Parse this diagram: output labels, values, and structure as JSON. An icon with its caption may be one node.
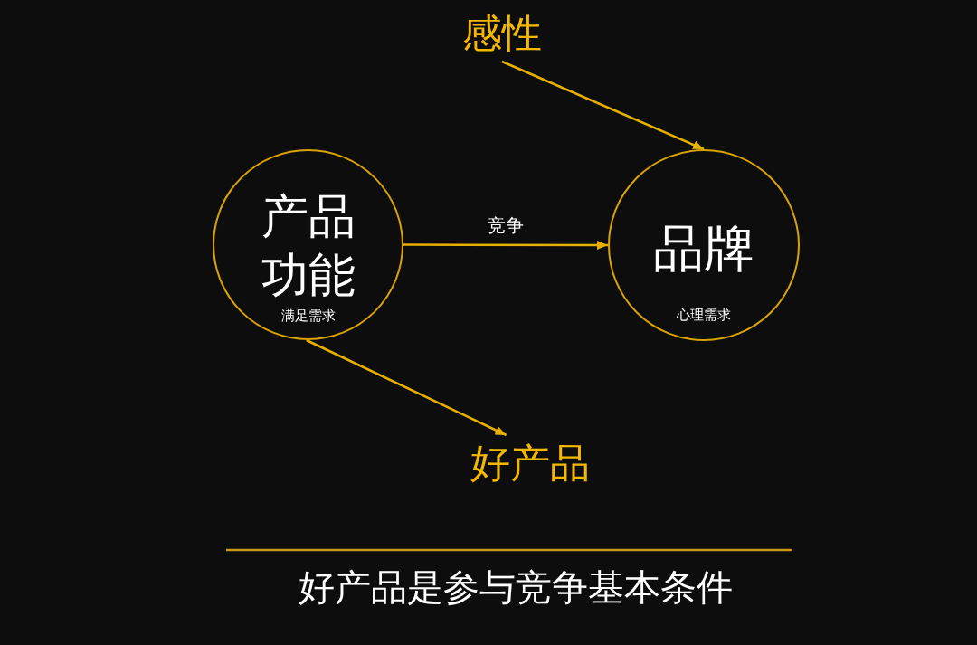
{
  "diagram": {
    "caption": "好产品是参与竞争基本条件",
    "nodes": [
      {
        "text": [
          "感性"
        ]
      },
      {
        "text": [
          "产品功能",
          "满足需求"
        ]
      },
      {
        "text": [
          "品牌",
          "心理需求"
        ]
      },
      {
        "text": [
          "好产品"
        ]
      }
    ],
    "edges": [
      {
        "from": 0,
        "to": 2,
        "arrow": "to"
      },
      {
        "from": 1,
        "to": 2,
        "arrow": "to",
        "label": "竞争"
      },
      {
        "from": 1,
        "to": 3,
        "arrow": "to"
      }
    ]
  }
}
